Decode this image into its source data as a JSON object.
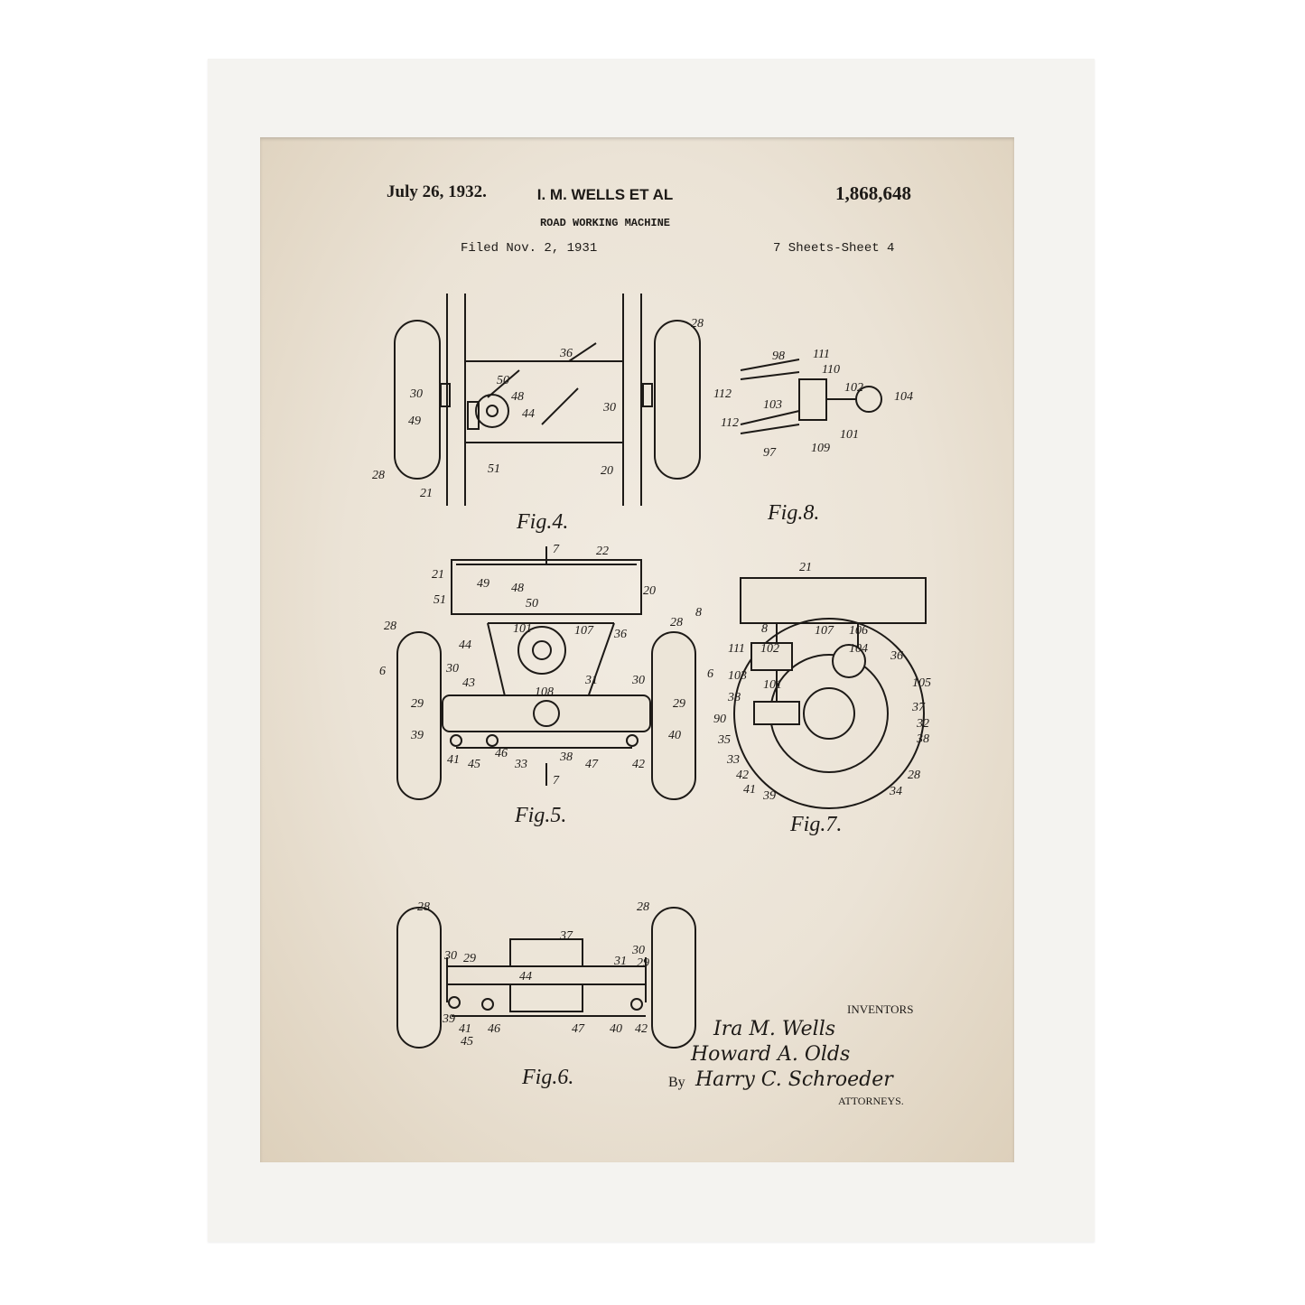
{
  "header": {
    "date": "July 26, 1932.",
    "inventor": "I. M. WELLS ET AL",
    "patent_number": "1,868,648",
    "title": "ROAD WORKING MACHINE",
    "filed": "Filed Nov. 2, 1931",
    "sheets": "7 Sheets-Sheet 4"
  },
  "figures": {
    "fig4": {
      "label": "Fig.4.",
      "parts": [
        "28",
        "36",
        "30",
        "50",
        "48",
        "44",
        "49",
        "51",
        "21",
        "20",
        "28",
        "30"
      ]
    },
    "fig8": {
      "label": "Fig.8.",
      "parts": [
        "98",
        "111",
        "110",
        "102",
        "104",
        "112",
        "103",
        "112",
        "97",
        "109",
        "101"
      ]
    },
    "fig5": {
      "label": "Fig.5.",
      "parts": [
        "7",
        "22",
        "21",
        "49",
        "48",
        "51",
        "50",
        "20",
        "28",
        "44",
        "101",
        "107",
        "36",
        "28",
        "6",
        "30",
        "43",
        "31",
        "30",
        "6",
        "29",
        "108",
        "29",
        "39",
        "41",
        "45",
        "46",
        "33",
        "38",
        "47",
        "42",
        "40",
        "7"
      ]
    },
    "fig7": {
      "label": "Fig.7.",
      "parts": [
        "21",
        "8",
        "8",
        "107",
        "106",
        "111",
        "102",
        "104",
        "36",
        "105",
        "103",
        "101",
        "37",
        "38",
        "32",
        "90",
        "35",
        "33",
        "42",
        "41",
        "39",
        "34",
        "28",
        "38"
      ]
    },
    "fig6": {
      "label": "Fig.6.",
      "parts": [
        "28",
        "28",
        "37",
        "30",
        "29",
        "30",
        "31",
        "29",
        "44",
        "39",
        "41",
        "45",
        "46",
        "47",
        "40",
        "42"
      ]
    }
  },
  "signature": {
    "inventors_label": "INVENTORS",
    "inventor_1": "Ira M. Wells",
    "inventor_2": "Howard A. Olds",
    "by": "By",
    "attorney": "Harry C. Schroeder",
    "attorneys_label": "ATTORNEYS."
  }
}
